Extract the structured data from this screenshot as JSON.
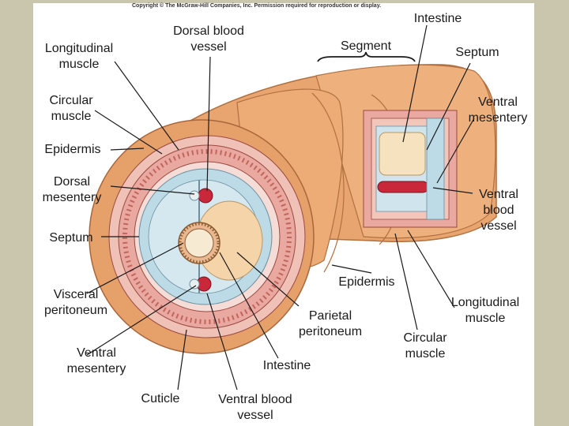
{
  "copyright": "Copyright © The McGraw-Hill Companies, Inc. Permission required for reproduction or display.",
  "labels": {
    "longitudinal_muscle_left": [
      "Longitudinal",
      "muscle"
    ],
    "dorsal_blood_vessel": [
      "Dorsal blood",
      "vessel"
    ],
    "segment": "Segment",
    "intestine_top": "Intestine",
    "septum_right": "Septum",
    "circular_muscle_left": [
      "Circular",
      "muscle"
    ],
    "ventral_mesentery_right": [
      "Ventral",
      "mesentery"
    ],
    "epidermis_left": "Epidermis",
    "dorsal_mesentery": [
      "Dorsal",
      "mesentery"
    ],
    "ventral_blood_vessel_right": [
      "Ventral",
      "blood",
      "vessel"
    ],
    "septum_left": "Septum",
    "epidermis_bottom": "Epidermis",
    "visceral_peritoneum": [
      "Visceral",
      "peritoneum"
    ],
    "longitudinal_muscle_right": [
      "Longitudinal",
      "muscle"
    ],
    "parietal_peritoneum": [
      "Parietal",
      "peritoneum"
    ],
    "circular_muscle_bottom": [
      "Circular",
      "muscle"
    ],
    "ventral_mesentery_left": [
      "Ventral",
      "mesentery"
    ],
    "intestine_bottom": "Intestine",
    "cuticle": "Cuticle",
    "ventral_blood_vessel_bottom": [
      "Ventral blood",
      "vessel"
    ]
  },
  "colors": {
    "background": "#c9c6ad",
    "panel": "#ffffff",
    "skin": "#e6a06a",
    "muscle": "#e9a8a0",
    "septum": "#bcdbe6",
    "intestine": "#f4d4a8",
    "vessel": "#c8283a"
  }
}
